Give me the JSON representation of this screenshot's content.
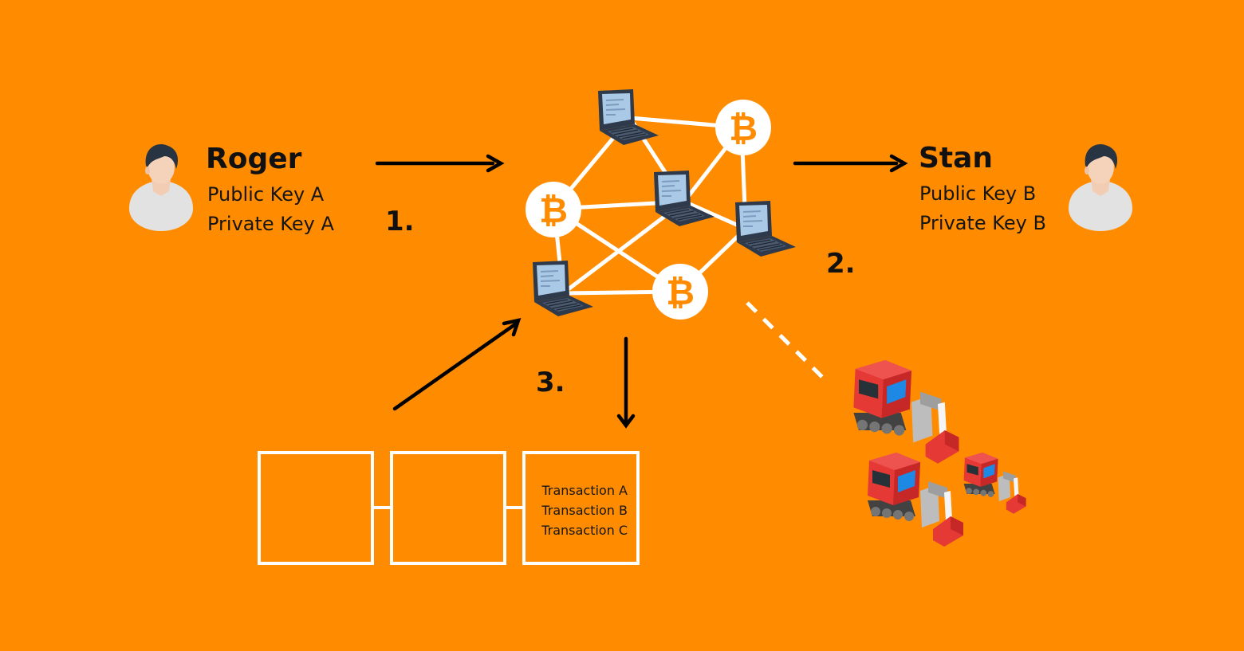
{
  "sender": {
    "name": "Roger",
    "public_key": "Public Key A",
    "private_key": "Private Key A",
    "icon": "person-avatar-icon"
  },
  "receiver": {
    "name": "Stan",
    "public_key": "Public Key B",
    "private_key": "Private Key B",
    "icon": "person-avatar-icon"
  },
  "steps": {
    "one": "1.",
    "two": "2.",
    "three": "3."
  },
  "network": {
    "node_icons": [
      "laptop-icon",
      "bitcoin-icon"
    ],
    "bitcoin_symbol": "₿"
  },
  "blockchain": {
    "transactions": [
      "Transaction A",
      "Transaction B",
      "Transaction C"
    ]
  },
  "miners": {
    "icon": "mining-rig-icon"
  },
  "colors": {
    "background": "#FF8C00",
    "line": "#FFFFFF",
    "arrow": "#000000",
    "laptop_screen": "#A9C9E6",
    "laptop_body": "#2E3A4B",
    "miner_red": "#E53935",
    "miner_dark": "#424242"
  }
}
